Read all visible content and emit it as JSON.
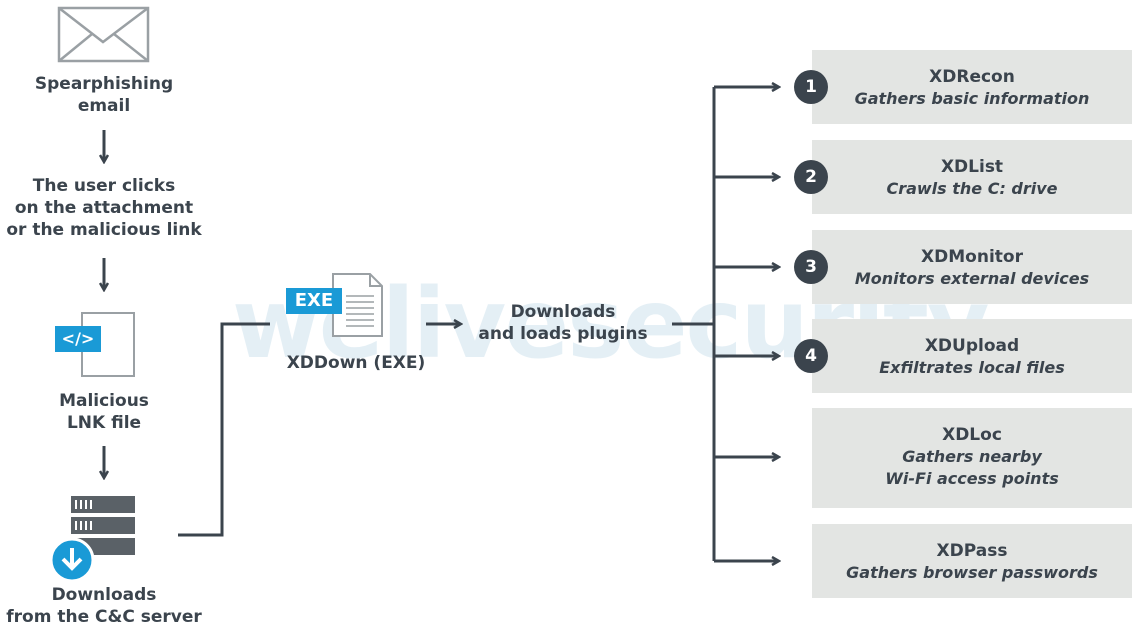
{
  "watermark": "welivesecurity",
  "flow": {
    "email": "Spearphishing\nemail",
    "click": "The user clicks\non the attachment\nor the malicious link",
    "lnk_tag": "</>",
    "lnk": "Malicious\nLNK file",
    "cc": "Downloads\nfrom the C&C server",
    "exe_tag": "EXE",
    "xddown": "XDDown (EXE)",
    "plugins": "Downloads\nand loads plugins"
  },
  "plugins": [
    {
      "num": "1",
      "name": "XDRecon",
      "desc": "Gathers basic information"
    },
    {
      "num": "2",
      "name": "XDList",
      "desc": "Crawls the C: drive"
    },
    {
      "num": "3",
      "name": "XDMonitor",
      "desc": "Monitors external devices"
    },
    {
      "num": "4",
      "name": "XDUpload",
      "desc": "Exfiltrates local files"
    },
    {
      "num": "",
      "name": "XDLoc",
      "desc": "Gathers nearby\nWi-Fi access points"
    },
    {
      "num": "",
      "name": "XDPass",
      "desc": "Gathers browser passwords"
    }
  ],
  "colors": {
    "dark": "#3b444d",
    "accent": "#1a9ad6",
    "box": "#e3e5e3"
  }
}
